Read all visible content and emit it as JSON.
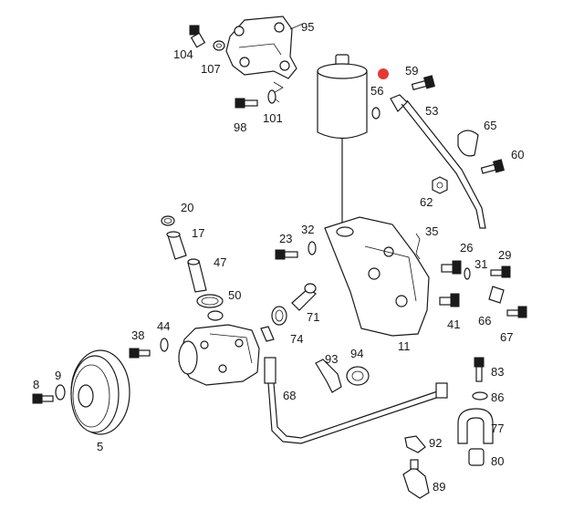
{
  "labels": {
    "l104": "104",
    "l107": "107",
    "l95": "95",
    "l98": "98",
    "l101": "101",
    "l59": "59",
    "l56": "56",
    "l53": "53",
    "l65": "65",
    "l60": "60",
    "l62": "62",
    "l20": "20",
    "l17": "17",
    "l47": "47",
    "l50": "50",
    "l23": "23",
    "l32": "32",
    "l35": "35",
    "l26": "26",
    "l29": "29",
    "l31": "31",
    "l71": "71",
    "l74": "74",
    "l41": "41",
    "l66": "66",
    "l67": "67",
    "l11": "11",
    "l38": "38",
    "l44": "44",
    "l93": "93",
    "l94": "94",
    "l83": "83",
    "l86": "86",
    "l8": "8",
    "l9": "9",
    "l5": "5",
    "l68": "68",
    "l77": "77",
    "l92": "92",
    "l80": "80",
    "l89": "89"
  },
  "colors": {
    "line": "#1a1a1a",
    "background": "#ffffff",
    "marker": "#e53935"
  }
}
